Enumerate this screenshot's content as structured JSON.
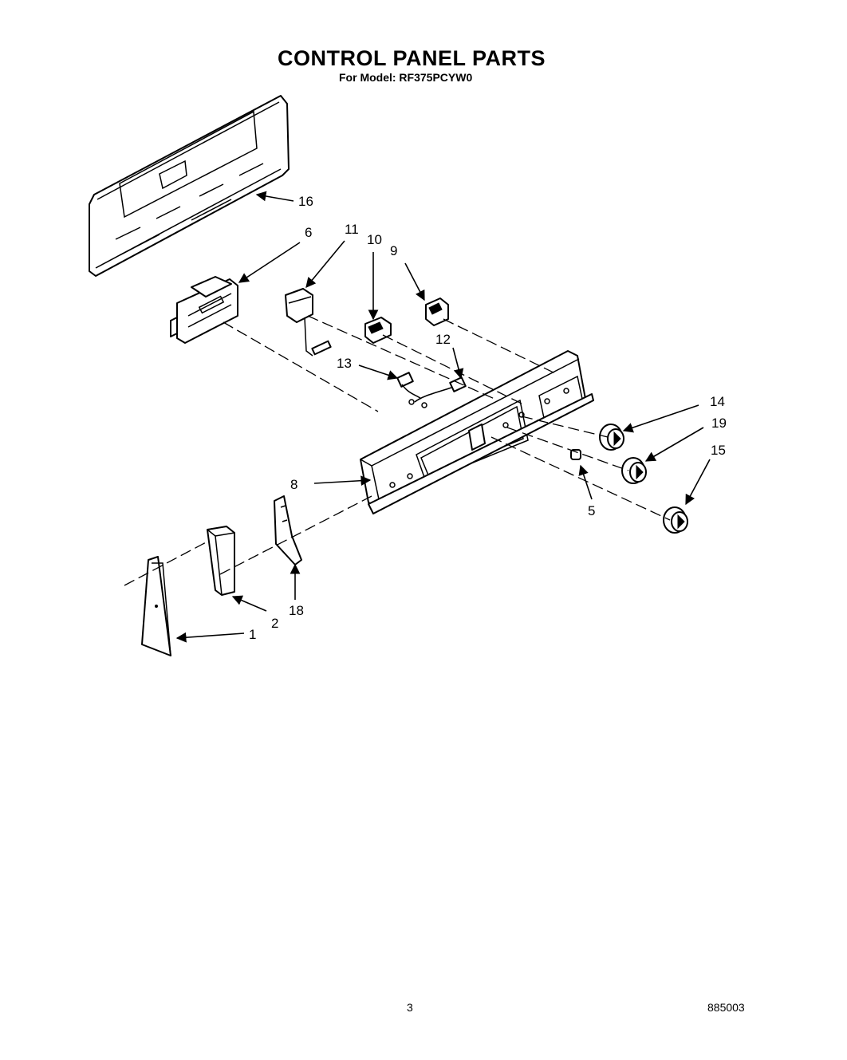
{
  "header": {
    "title": "CONTROL PANEL PARTS",
    "subtitle": "For Model: RF375PCYW0"
  },
  "callouts": [
    {
      "id": "16",
      "label": "16"
    },
    {
      "id": "6",
      "label": "6"
    },
    {
      "id": "11",
      "label": "11"
    },
    {
      "id": "10",
      "label": "10"
    },
    {
      "id": "9",
      "label": "9"
    },
    {
      "id": "12",
      "label": "12"
    },
    {
      "id": "13",
      "label": "13"
    },
    {
      "id": "14",
      "label": "14"
    },
    {
      "id": "19",
      "label": "19"
    },
    {
      "id": "15",
      "label": "15"
    },
    {
      "id": "8",
      "label": "8"
    },
    {
      "id": "5",
      "label": "5"
    },
    {
      "id": "2",
      "label": "2"
    },
    {
      "id": "18",
      "label": "18"
    },
    {
      "id": "1",
      "label": "1"
    }
  ],
  "footer": {
    "page_number": "3",
    "doc_number": "885003"
  }
}
